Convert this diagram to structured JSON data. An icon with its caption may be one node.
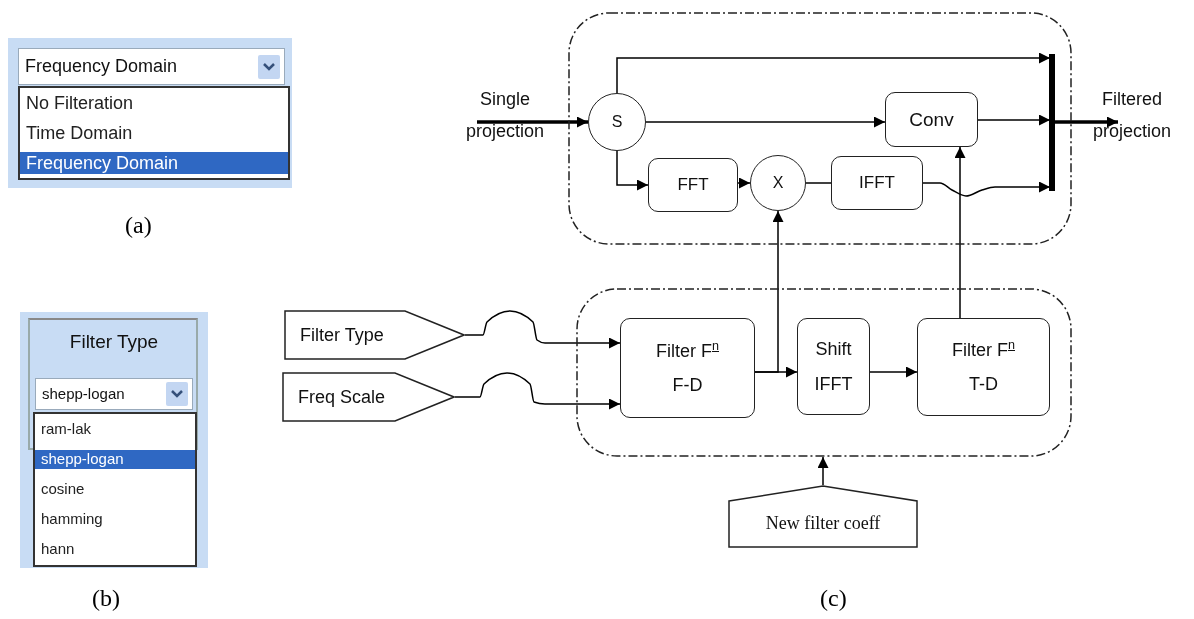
{
  "diagram": {
    "nodes": [
      {
        "text": [],
        "shape": "box"
      },
      {
        "text": [
          "Frequency Domain"
        ],
        "in": 0
      },
      {
        "text": [
          "No Filteration",
          "Time Domain",
          "Frequency Domain"
        ],
        "in": 0
      },
      {
        "text": [
          "Filter Type"
        ]
      },
      {
        "text": [
          "shepp-logan"
        ],
        "in": 3
      },
      {
        "text": [
          "ram-lak",
          "shepp-logan",
          "cosine",
          "hamming",
          "hann"
        ],
        "in": 3
      },
      {
        "text": [],
        "shape": "box"
      },
      {
        "text": [
          "S"
        ],
        "in": 6
      },
      {
        "text": [
          "FFT"
        ],
        "in": 6
      },
      {
        "text": [
          "X"
        ],
        "in": 6
      },
      {
        "text": [
          "IFFT"
        ],
        "in": 6
      },
      {
        "text": [
          "Conv"
        ],
        "in": 6
      },
      {
        "text": [],
        "shape": "box"
      },
      {
        "text": [
          "Filter F$^{n}$",
          "F-D"
        ],
        "in": 12
      },
      {
        "text": [
          "Shift",
          "IFFT"
        ],
        "in": 12
      },
      {
        "text": [
          "Filter F$^{n}$",
          "T-D"
        ],
        "in": 12
      },
      {
        "text": [
          "Filter Type"
        ]
      },
      {
        "text": [
          "Freq Scale"
        ]
      },
      {
        "text": [
          "New filter coeff"
        ]
      },
      {
        "text": [],
        "shape": "bar",
        "in": 6
      }
    ],
    "edges": [
      {
        "from": null,
        "to": 7,
        "arrow": "to",
        "style": "thick",
        "label": "Single projection"
      },
      {
        "from": 7,
        "to": 19,
        "arrow": "to"
      },
      {
        "from": 7,
        "to": 11,
        "arrow": "to"
      },
      {
        "from": 11,
        "to": 19,
        "arrow": "to"
      },
      {
        "from": 7,
        "to": 8,
        "arrow": "to"
      },
      {
        "from": 8,
        "to": 9,
        "arrow": "to"
      },
      {
        "from": 9,
        "to": 10,
        "arrow": "none"
      },
      {
        "from": 10,
        "to": 19,
        "arrow": "to"
      },
      {
        "from": 19,
        "to": null,
        "arrow": "to",
        "style": "thick",
        "label": "Filtered projection"
      },
      {
        "from": 16,
        "to": 13,
        "arrow": "to"
      },
      {
        "from": 17,
        "to": 13,
        "arrow": "to"
      },
      {
        "from": 13,
        "to": 14,
        "arrow": "to"
      },
      {
        "from": 13,
        "to": 9,
        "arrow": "to"
      },
      {
        "from": 14,
        "to": 15,
        "arrow": "to"
      },
      {
        "from": 15,
        "to": 11,
        "arrow": "to"
      },
      {
        "from": 18,
        "to": 12,
        "arrow": "to"
      }
    ],
    "labels": [
      "(a)",
      "(b)",
      "(c)"
    ]
  }
}
